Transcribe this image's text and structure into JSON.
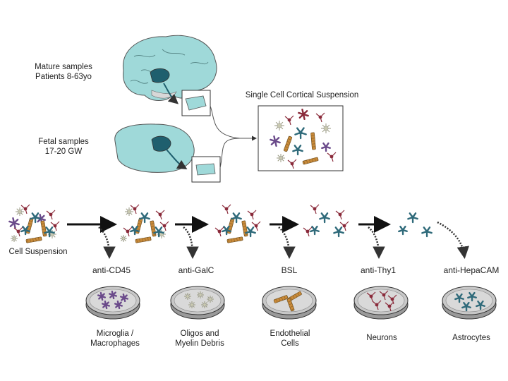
{
  "top": {
    "mature_line1": "Mature samples",
    "mature_line2": "Patients 8-63yo",
    "fetal_line1": "Fetal samples",
    "fetal_line2": "17-20 GW",
    "suspension_title": "Single Cell Cortical Suspension"
  },
  "bottom": {
    "start_label": "Cell Suspension",
    "steps": [
      {
        "antibody": "anti-CD45",
        "result_line1": "Microglia /",
        "result_line2": "Macrophages"
      },
      {
        "antibody": "anti-GalC",
        "result_line1": "Oligos and",
        "result_line2": "Myelin Debris"
      },
      {
        "antibody": "BSL",
        "result_line1": "Endothelial",
        "result_line2": "Cells"
      },
      {
        "antibody": "anti-Thy1",
        "result_line1": "Neurons",
        "result_line2": ""
      },
      {
        "antibody": "anti-HepaCAM",
        "result_line1": "Astrocytes",
        "result_line2": ""
      }
    ]
  },
  "colors": {
    "brain": "#9fd9d9",
    "brain_outline": "#555555",
    "ventricle": "#1f5f6e",
    "microglia": "#6a4a8a",
    "oligo": "#c9c9b0",
    "endothelial": "#c88a3a",
    "neuron": "#8a2a3a",
    "astrocyte": "#2f6a7a",
    "dish": "#c8c8c8"
  }
}
